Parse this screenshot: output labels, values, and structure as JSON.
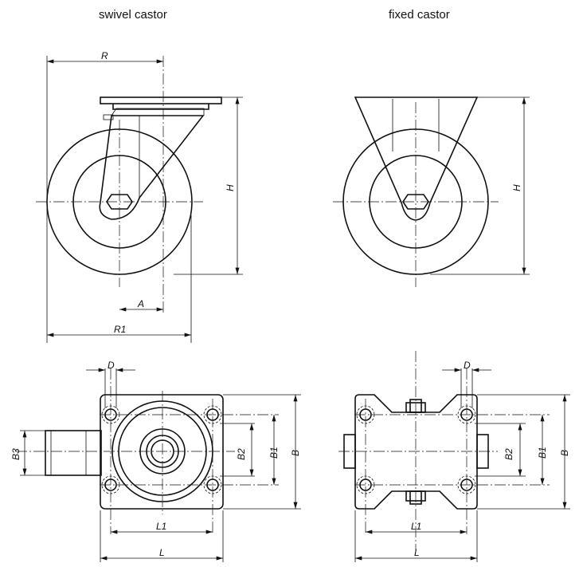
{
  "titles": {
    "swivel": "swivel castor",
    "fixed": "fixed castor"
  },
  "dimensions": {
    "R": "R",
    "R1": "R1",
    "A": "A",
    "H": "H",
    "D": "D",
    "B": "B",
    "B1": "B1",
    "B2": "B2",
    "B3": "B3",
    "L": "L",
    "L1": "L1"
  }
}
